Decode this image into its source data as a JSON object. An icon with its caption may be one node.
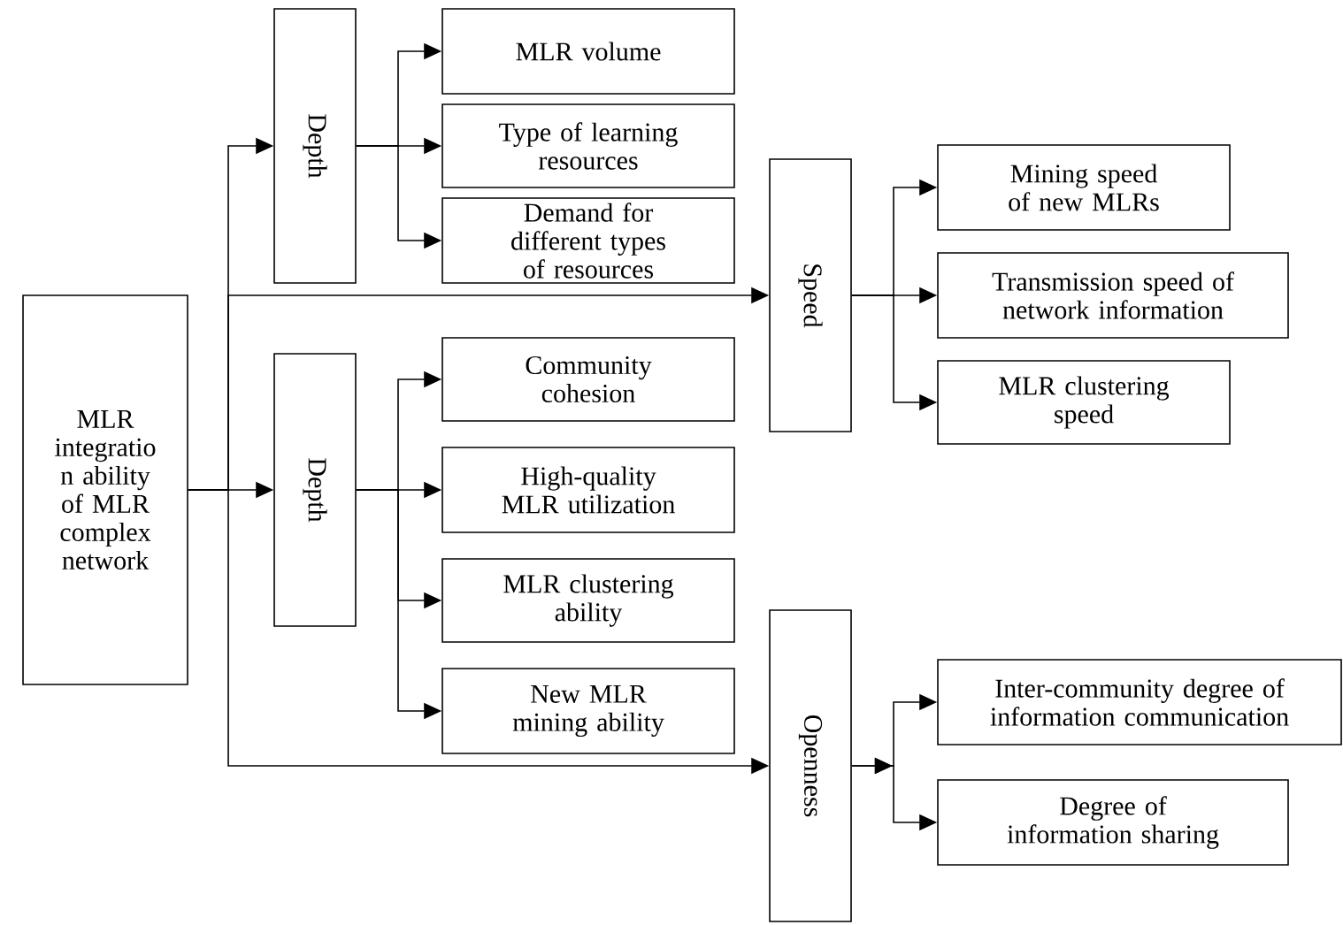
{
  "diagram": {
    "nodes": [
      {
        "text": [
          "MLR integratio n ability of MLR complex network"
        ]
      },
      {
        "text": [
          "Depth"
        ]
      },
      {
        "text": [
          "MLR volume"
        ]
      },
      {
        "text": [
          "Type of learning resources"
        ]
      },
      {
        "text": [
          "Demand for different types of resources"
        ]
      },
      {
        "text": [
          "Speed"
        ]
      },
      {
        "text": [
          "Mining speed of new MLRs"
        ]
      },
      {
        "text": [
          "Transmission speed of network information"
        ]
      },
      {
        "text": [
          "MLR clustering speed"
        ]
      },
      {
        "text": [
          "Depth"
        ]
      },
      {
        "text": [
          "Community cohesion"
        ]
      },
      {
        "text": [
          "High-quality MLR utilization"
        ]
      },
      {
        "text": [
          "MLR clustering ability"
        ]
      },
      {
        "text": [
          "New MLR mining ability"
        ]
      },
      {
        "text": [
          "Openness"
        ]
      },
      {
        "text": [
          "Inter-community degree of information communication"
        ]
      },
      {
        "text": [
          "Degree of information sharing"
        ]
      }
    ],
    "edges": [
      {
        "from": 0,
        "to": 1,
        "arrow": "to"
      },
      {
        "from": 0,
        "to": 5,
        "arrow": "to"
      },
      {
        "from": 0,
        "to": 9,
        "arrow": "to"
      },
      {
        "from": 0,
        "to": 14,
        "arrow": "to"
      },
      {
        "from": 1,
        "to": 2,
        "arrow": "to"
      },
      {
        "from": 1,
        "to": 3,
        "arrow": "to"
      },
      {
        "from": 1,
        "to": 4,
        "arrow": "to"
      },
      {
        "from": 5,
        "to": 6,
        "arrow": "to"
      },
      {
        "from": 5,
        "to": 7,
        "arrow": "to"
      },
      {
        "from": 5,
        "to": 8,
        "arrow": "to"
      },
      {
        "from": 9,
        "to": 10,
        "arrow": "to"
      },
      {
        "from": 9,
        "to": 11,
        "arrow": "to"
      },
      {
        "from": 9,
        "to": 12,
        "arrow": "to"
      },
      {
        "from": 9,
        "to": 13,
        "arrow": "to"
      },
      {
        "from": 14,
        "to": 15,
        "arrow": "to"
      },
      {
        "from": 14,
        "to": 16,
        "arrow": "to"
      }
    ]
  }
}
